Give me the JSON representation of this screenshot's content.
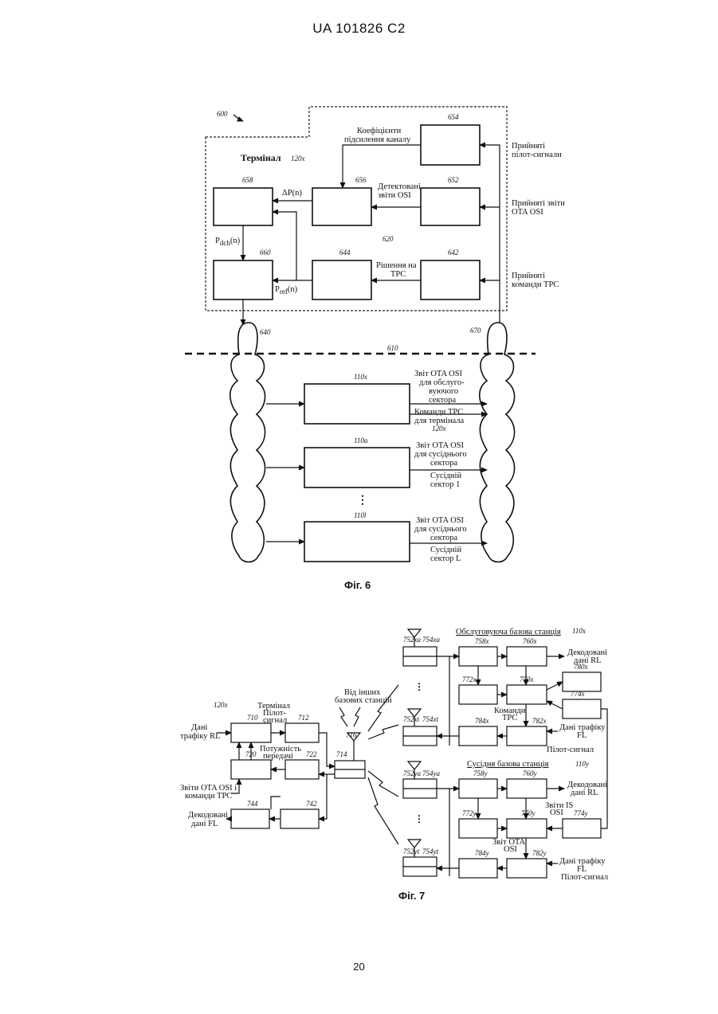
{
  "header": "UA   101826   C2",
  "page_number": "20",
  "fig6": {
    "caption": "Фіг. 6",
    "ref_600": "600",
    "terminal_label": "Термінал",
    "terminal_ref": "120x",
    "ref_620": "620",
    "ref_610": "610",
    "ref_640": "640",
    "ref_670": "670",
    "blocks": {
      "b654": "654",
      "b656": "656",
      "b652": "652",
      "b658": "658",
      "b660": "660",
      "b644": "644",
      "b642": "642"
    },
    "ch_gain_1": "Коефіцієнти",
    "ch_gain_2": "підсилення каналу",
    "det_osi_1": "Детектовані",
    "det_osi_2": "звіти OSI",
    "delta_p": "ΔP(n)",
    "p_dch": "P",
    "p_dch_sub": "dch",
    "p_dch_n": "(n)",
    "p_ref": "P",
    "p_ref_sub": "ref",
    "p_ref_n": "(n)",
    "tpc_dec_1": "Рішення на",
    "tpc_dec_2": "TPC",
    "rx_pilot_1": "Прийняті",
    "rx_pilot_2": "пілот-сигнали",
    "rx_osi_1": "Прийняті звіти",
    "rx_osi_2": "OTA OSI",
    "rx_tpc_1": "Прийняті",
    "rx_tpc_2": "команди TPC",
    "bs_110x": "110x",
    "bs_110a": "110a",
    "bs_110l": "110l",
    "serv_osi_1": "Звіт OTA OSI",
    "serv_osi_2": "для обслуго-",
    "serv_osi_3": "вуючого",
    "serv_osi_4": "сектора",
    "tpc_term_1": "Команди TPC",
    "tpc_term_2": "для термінала",
    "tpc_term_3": "120x",
    "nb_osi_1": "Звіт OTA OSI",
    "nb_osi_2": "для сусіднього",
    "nb_osi_3": "сектора",
    "nb_sec1_1": "Сусідній",
    "nb_sec1_2": "сектор 1",
    "nbl_osi_1": "Звіт OTA OSI",
    "nbl_osi_2": "для сусіднього",
    "nbl_osi_3": "сектора",
    "nb_secl_1": "Сусідній",
    "nb_secl_2": "сектор L"
  },
  "fig7": {
    "caption": "Фіг. 7",
    "terminal_ref": "120x",
    "terminal_label": "Термінал",
    "pilot_1": "Пілот-",
    "pilot_2": "сигнал",
    "rl_data_1": "Дані",
    "rl_data_2": "трафіку RL",
    "tx_power_1": "Потужність",
    "tx_power_2": "передачі",
    "osi_tpc_1": "Звіти OTA OSI і",
    "osi_tpc_2": "команди TPC",
    "dec_fl_1": "Декодовані",
    "dec_fl_2": "дані FL",
    "from_bs_1": "Від інших",
    "from_bs_2": "базових станцій",
    "t710": "710",
    "t712": "712",
    "t716": "716",
    "t714": "714",
    "t720": "720",
    "t722": "722",
    "t744": "744",
    "t742": "742",
    "serv_bs_title": "Обслуговуюча базова станція",
    "serv_bs_ref": "110x",
    "dec_rl_1": "Декодовані",
    "dec_rl_2": "дані RL",
    "tpc_cmd_1": "Команди",
    "tpc_cmd_2": "TPC",
    "fl_data_1": "Дані трафіку",
    "fl_data_2": "FL",
    "pilot_sig": "Пілот-сигнал",
    "x752a": "752xa",
    "x754a": "754xa",
    "x752t": "752xt",
    "x754t": "754xt",
    "x758": "758x",
    "x760": "760x",
    "x780": "780x",
    "x772": "772x",
    "x770": "770x",
    "x774": "774x",
    "x784": "784x",
    "x782": "782x",
    "nb_bs_title": "Сусідня базова станція",
    "nb_bs_ref": "110y",
    "dec_rl2_1": "Декодовані",
    "dec_rl2_2": "дані RL",
    "is_osi_1": "Звіти IS",
    "is_osi_2": "OSI",
    "ota_osi_1": "Звіт OTA",
    "ota_osi_2": "OSI",
    "fl_data2_1": "Дані трафіку",
    "fl_data2_2": "FL",
    "pilot_sig2": "Пілот-сигнал",
    "y752a": "752ya",
    "y754a": "754ya",
    "y752t": "752yt",
    "y754t": "754yt",
    "y758": "758y",
    "y760": "760y",
    "y772": "772y",
    "y770": "770y",
    "y774": "774y",
    "y784": "784y",
    "y782": "782y"
  }
}
